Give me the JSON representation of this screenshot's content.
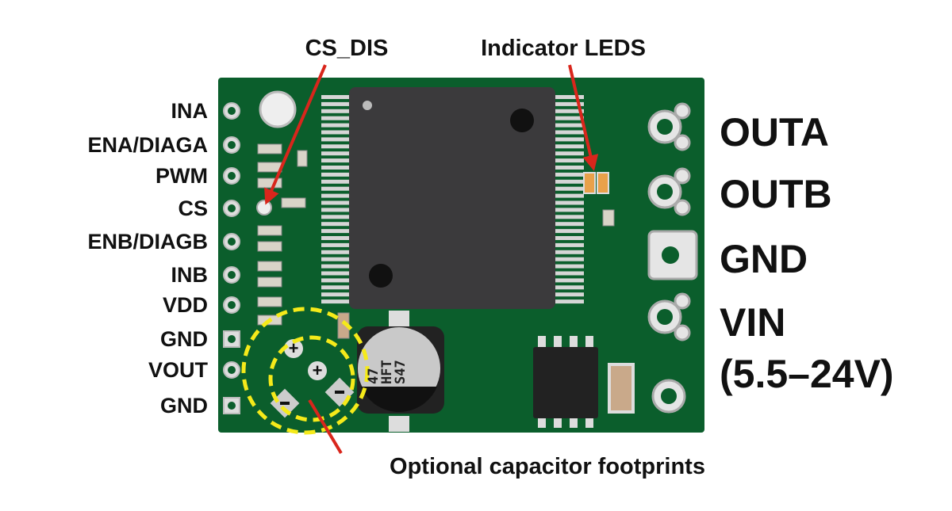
{
  "callouts": {
    "cs_dis": "CS_DIS",
    "indicator_leds": "Indicator LEDS",
    "cap_footprints": "Optional capacitor footprints"
  },
  "left_pins": [
    "INA",
    "ENA/DIAGA",
    "PWM",
    "CS",
    "ENB/DIAGB",
    "INB",
    "VDD",
    "GND",
    "VOUT",
    "GND"
  ],
  "right_pins": [
    "OUTA",
    "OUTB",
    "GND",
    "VIN",
    "(5.5–24V)"
  ],
  "capacitor_marking": [
    "47",
    "HFT",
    "S47"
  ],
  "colors": {
    "board": "#0b5e2c",
    "arrow": "#d9261c",
    "highlight": "#f5ea1a",
    "chip": "#3b3a3c"
  }
}
